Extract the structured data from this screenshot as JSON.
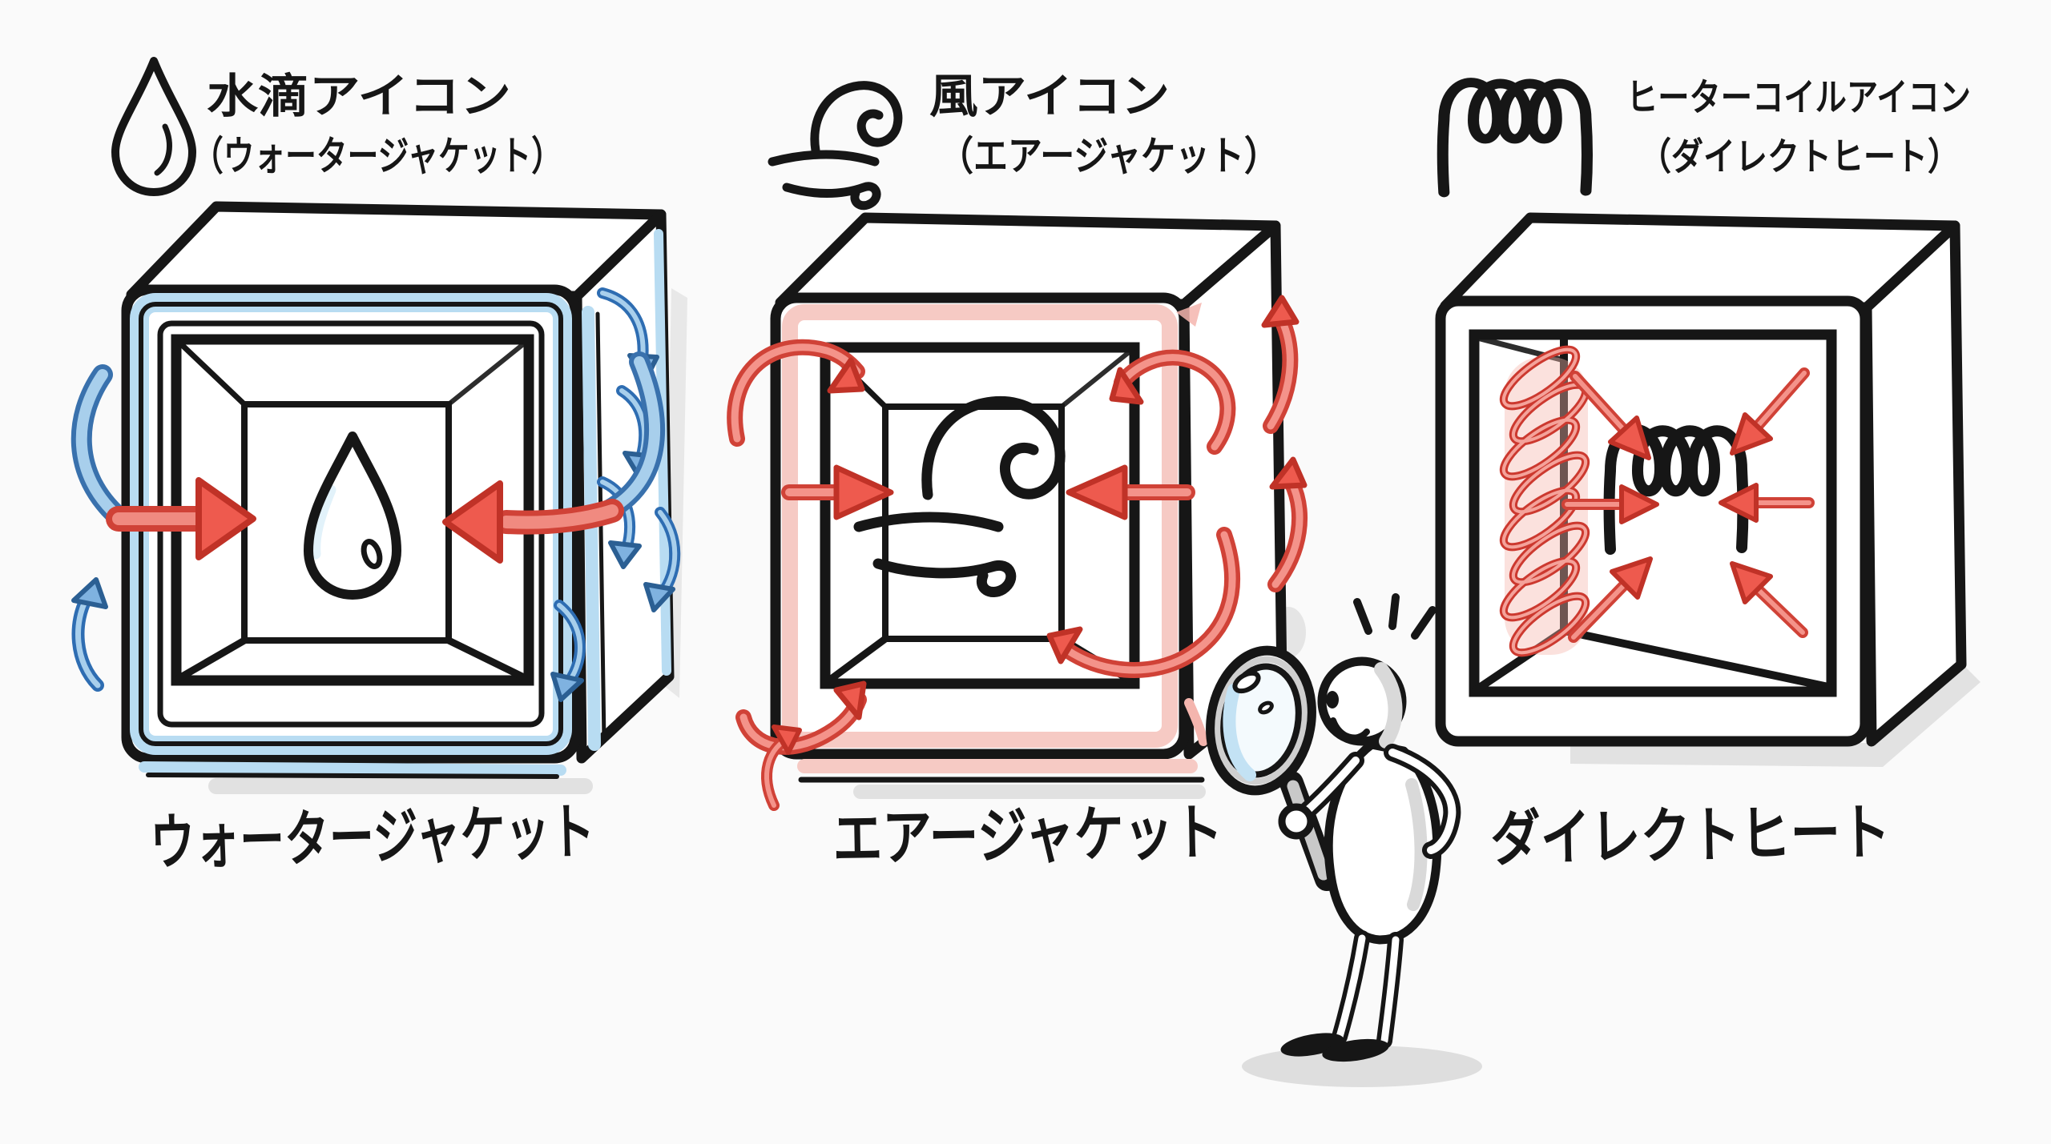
{
  "colors": {
    "ink": "#161616",
    "background": "#fafafa",
    "blue_stroke": "#2e6db2",
    "blue_light": "#a8cfec",
    "blue_wash": "#b8dcf2",
    "red_stroke": "#c03227",
    "red_fill": "#ee5a4e",
    "red_light": "#f4938a",
    "pink_wash": "#f6cac4",
    "shadow_gray": "#dcdcdc"
  },
  "panels": [
    {
      "id": "water-jacket",
      "header_icon": "water-drop-icon",
      "header_title": "水滴アイコン",
      "header_subtitle": "（ウォータージャケット）",
      "center_icon": "water-drop-icon",
      "caption": "ウォータージャケット"
    },
    {
      "id": "air-jacket",
      "header_icon": "wind-icon",
      "header_title": "風アイコン",
      "header_subtitle": "（エアージャケット）",
      "center_icon": "wind-icon",
      "caption": "エアージャケット"
    },
    {
      "id": "direct-heat",
      "header_icon": "heater-coil-icon",
      "header_title": "ヒーターコイルアイコン",
      "header_subtitle": "（ダイレクトヒート）",
      "center_icon": "heater-coil-icon",
      "caption": "ダイレクトヒート"
    }
  ],
  "figure": {
    "icon": "stick-figure-observer",
    "tool_icon": "magnifying-glass-icon"
  }
}
